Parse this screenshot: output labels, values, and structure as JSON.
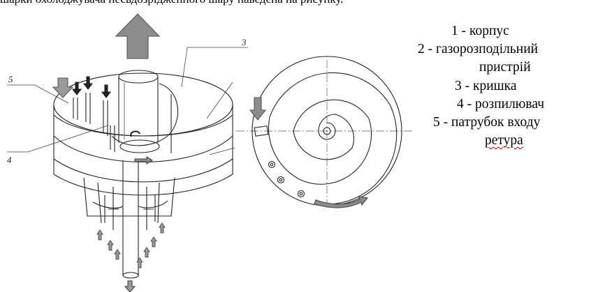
{
  "caption": "шарки охолоджувача несвдозрідженного шару наведена на рисунку.",
  "callouts": [
    "3",
    "5",
    "4"
  ],
  "legend": {
    "line1": "1 - корпус",
    "line2": "2 - газорозподільний",
    "line3": "пристрій",
    "line4": "3 -  кришка",
    "line5": "4 - розпилювач",
    "line6": "5 - патрубок входу",
    "line7": "ретура"
  },
  "colors": {
    "arrow_fill": "#8c8c8c",
    "arrow_dark": "#3a3a3a",
    "spell_underline": "#d00000"
  }
}
